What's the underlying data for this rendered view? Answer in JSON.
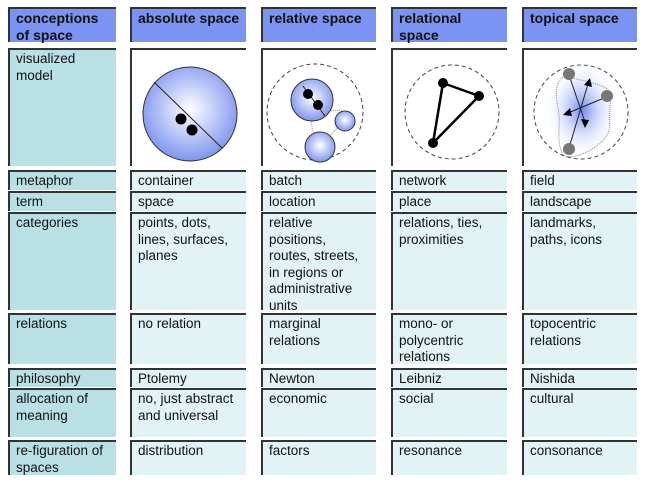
{
  "header": [
    "conceptions of space",
    "absolute space",
    "relative space",
    "relational space",
    "topical space"
  ],
  "rows": [
    {
      "label": "visualized model",
      "values": [
        "",
        "",
        "",
        ""
      ]
    },
    {
      "label": "metaphor",
      "values": [
        "container",
        "batch",
        "network",
        "field"
      ]
    },
    {
      "label": "term",
      "values": [
        "space",
        "location",
        "place",
        "landscape"
      ]
    },
    {
      "label": "categories",
      "values": [
        "points, dots, lines, surfaces, planes",
        "relative positions, routes, streets, in regions or administrative units",
        "relations, ties, proximities",
        "landmarks, paths, icons"
      ]
    },
    {
      "label": "relations",
      "values": [
        "no relation",
        "marginal relations",
        "mono- or polycentric relations",
        "topocentric relations"
      ]
    },
    {
      "label": "philosophy",
      "values": [
        "Ptolemy",
        "Newton",
        "Leibniz",
        "Nishida"
      ]
    },
    {
      "label": "allocation of meaning",
      "values": [
        "no, just abstract and universal",
        "economic",
        "social",
        "cultural"
      ]
    },
    {
      "label": "re-figuration of spaces",
      "values": [
        "distribution",
        "factors",
        "resonance",
        "consonance"
      ]
    }
  ],
  "colors": {
    "header": "#7b93f2",
    "first_column": "#b9e0e4",
    "cell": "#e1f3f4"
  }
}
